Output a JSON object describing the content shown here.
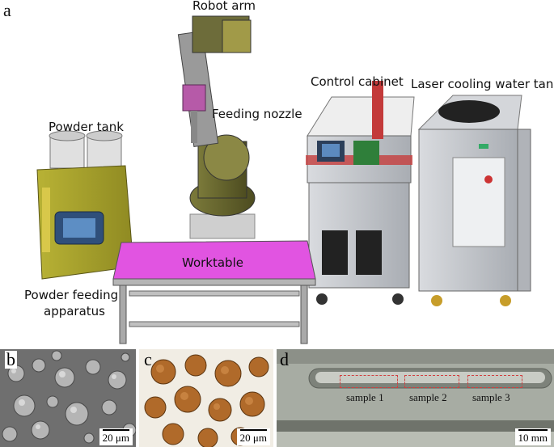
{
  "panels": {
    "a": "a",
    "b": "b",
    "c": "c",
    "d": "d"
  },
  "labels": {
    "robot_arm": "Robot arm",
    "feeding_nozzle": "Feeding nozzle",
    "control_cabinet": "Control cabinet",
    "laser_cooling_tank": "Laser cooling water tank",
    "powder_tank": "Powder tank",
    "worktable": "Worktable",
    "powder_feeding_line1": "Powder feeding",
    "powder_feeding_line2": "apparatus"
  },
  "scale_bars": {
    "b": "20 μm",
    "c": "20 μm",
    "d": "10 mm"
  },
  "samples": [
    "sample 1",
    "sample 2",
    "sample 3"
  ]
}
